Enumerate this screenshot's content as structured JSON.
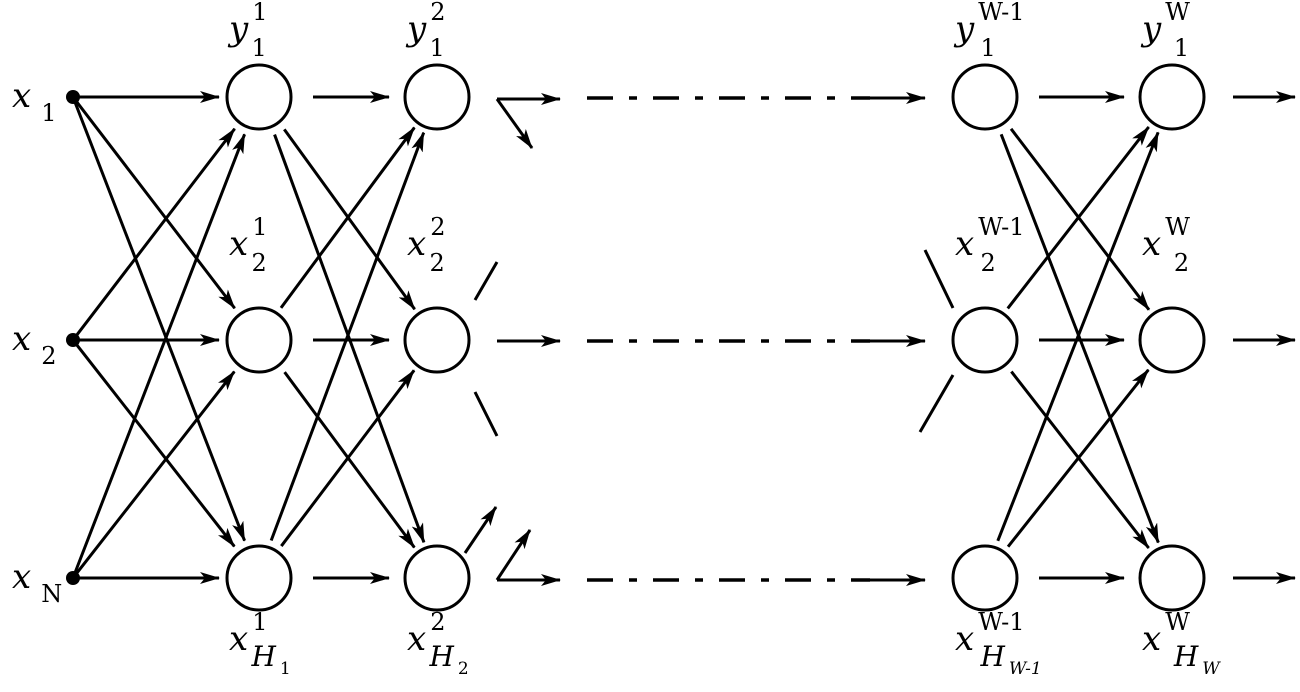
{
  "diagram": {
    "title": "Multilayer feed-forward neural network",
    "colors": {
      "stroke": "#000000",
      "background": "#ffffff"
    },
    "inputs": [
      {
        "id": "x1",
        "base": "x",
        "sub": "1"
      },
      {
        "id": "x2",
        "base": "x",
        "sub": "2"
      },
      {
        "id": "xN",
        "base": "x",
        "sub": "N"
      }
    ],
    "layers": [
      {
        "id": "L1",
        "nodes": [
          {
            "row": 0,
            "base": "y",
            "sup": "1",
            "sub": "1",
            "label_pos": "above"
          },
          {
            "row": 1,
            "base": "x",
            "sup": "1",
            "sub": "2",
            "label_pos": "above"
          },
          {
            "row": 2,
            "base": "x",
            "sup": "1",
            "sub": "H",
            "subsub": "1",
            "label_pos": "below"
          }
        ]
      },
      {
        "id": "L2",
        "nodes": [
          {
            "row": 0,
            "base": "y",
            "sup": "2",
            "sub": "1",
            "label_pos": "above"
          },
          {
            "row": 1,
            "base": "x",
            "sup": "2",
            "sub": "2",
            "label_pos": "above"
          },
          {
            "row": 2,
            "base": "x",
            "sup": "2",
            "sub": "H",
            "subsub": "2",
            "label_pos": "below"
          }
        ]
      },
      {
        "id": "LW-1",
        "nodes": [
          {
            "row": 0,
            "base": "y",
            "sup": "W-1",
            "sub": "1",
            "label_pos": "above"
          },
          {
            "row": 1,
            "base": "x",
            "sup": "W-1",
            "sub": "2",
            "label_pos": "above"
          },
          {
            "row": 2,
            "base": "x",
            "sup": "W-1",
            "sub": "H",
            "subsub": "W-1",
            "label_pos": "below"
          }
        ]
      },
      {
        "id": "LW",
        "nodes": [
          {
            "row": 0,
            "base": "y",
            "sup": "W",
            "sub": "1",
            "label_pos": "above"
          },
          {
            "row": 1,
            "base": "x",
            "sup": "W",
            "sub": "2",
            "label_pos": "above"
          },
          {
            "row": 2,
            "base": "x",
            "sup": "W",
            "sub": "H",
            "subsub": "W",
            "label_pos": "below"
          }
        ]
      }
    ],
    "connections": "fully-connected between consecutive layers; ellipsis (dash-dot) between layer 2 and layer W-1",
    "outputs": "arrows leaving each node of layer W to the right"
  }
}
